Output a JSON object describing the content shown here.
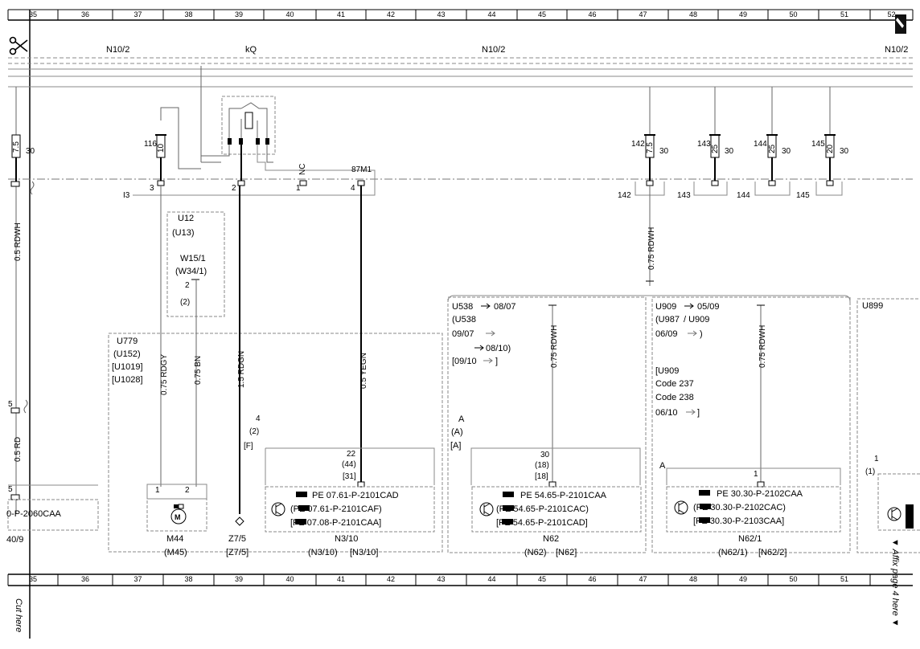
{
  "ruler": {
    "top": [
      "35",
      "36",
      "37",
      "38",
      "39",
      "40",
      "41",
      "42",
      "43",
      "44",
      "45",
      "46",
      "47",
      "48",
      "49",
      "50",
      "51",
      "52"
    ],
    "bottom": [
      "35",
      "36",
      "37",
      "38",
      "39",
      "40",
      "41",
      "42",
      "43",
      "44",
      "45",
      "46",
      "47",
      "48",
      "49",
      "50",
      "51"
    ]
  },
  "bus": {
    "left": "N10/2",
    "mid": "kQ",
    "center": "N10/2",
    "right": "N10/2"
  },
  "fuses": {
    "f1": {
      "value": "7.5",
      "side": "30"
    },
    "f116": {
      "num": "116",
      "value": "10"
    },
    "f142": {
      "num": "142",
      "value": "7.5",
      "side": "30"
    },
    "f143": {
      "num": "143",
      "value": "25",
      "side": "30"
    },
    "f144": {
      "num": "144",
      "value": "25",
      "side": "30"
    },
    "f145": {
      "num": "145",
      "value": "20",
      "side": "30"
    }
  },
  "connector": {
    "name": "I3",
    "pins": [
      "3",
      "2",
      "1",
      "4"
    ],
    "nc": "NC",
    "p87": "87M1",
    "right_pins": [
      "142",
      "143",
      "144",
      "145"
    ]
  },
  "wires": {
    "w_left_top": "0.5 RDWH",
    "w_left_bot": "0.5 RD",
    "w_rdgy": "0.75 RDGY",
    "w_bn": "0.75 BN",
    "w_rdgn": "1.5 RDGN",
    "w_yegn": "0.5 YEGN",
    "w_rdwh_center": "0.75 RDWH",
    "w_rdwh_n62": "0.75 RDWH",
    "w_rdwh_n621": "0.75 RDWH"
  },
  "modules": {
    "u12": [
      "U12",
      "(U13)"
    ],
    "w15": [
      "W15/1",
      "(W34/1)",
      "2",
      "(2)"
    ],
    "u779": [
      "U779",
      "(U152)",
      "[U1019]",
      "[U1028]"
    ],
    "z75_pins": [
      "4",
      "(2)",
      "[F]"
    ],
    "n310_pins": [
      "22",
      "(44)",
      "[31]"
    ],
    "n310_refs": [
      "PE 07.61-P-2101CAD",
      "(PE 07.61-P-2101CAF)",
      "[PE 07.08-P-2101CAA]"
    ],
    "n62_notes": [
      "U538",
      "08/07",
      "(U538",
      "09/07",
      "08/10)",
      "[09/10",
      "]"
    ],
    "n62_a": [
      "A",
      "(A)",
      "[A]"
    ],
    "n62_pins": [
      "30",
      "(18)",
      "[18]"
    ],
    "n62_refs": [
      "PE 54.65-P-2101CAA",
      "(PE 54.65-P-2101CAC)",
      "[PE 54.65-P-2101CAD]"
    ],
    "n621_notes": [
      "U909",
      "05/09",
      "(U987",
      "/ U909",
      "06/09",
      ")"
    ],
    "n621_notes2": [
      "[U909",
      "Code 237",
      "Code 238",
      "06/10",
      "]"
    ],
    "n621_a": "A",
    "n621_pin": "1",
    "n621_refs": [
      "PE 30.30-P-2102CAA",
      "(PE 30.30-P-2102CAC)",
      "[PE 30.30-P-2103CAA]"
    ],
    "u899": "U899",
    "u899_pins": [
      "1",
      "(1)"
    ],
    "m44_pins": [
      "1",
      "2"
    ],
    "left_pin": "5",
    "left_pin2": "5",
    "left_ref": "0-P-2060CAA",
    "left_ref2": "40/9"
  },
  "components": {
    "m44": [
      "M44",
      "(M45)"
    ],
    "z75": [
      "Z7/5",
      "[Z7/5]"
    ],
    "n310": [
      "N3/10",
      "(N3/10)",
      "[N3/10]"
    ],
    "n62": [
      "N62",
      "(N62)",
      "[N62]"
    ],
    "n621": [
      "N62/1",
      "(N62/1)",
      "[N62/2]"
    ]
  },
  "margin": {
    "cut": "Cut here",
    "affix": "▼ Affix page 4 here ▼"
  }
}
